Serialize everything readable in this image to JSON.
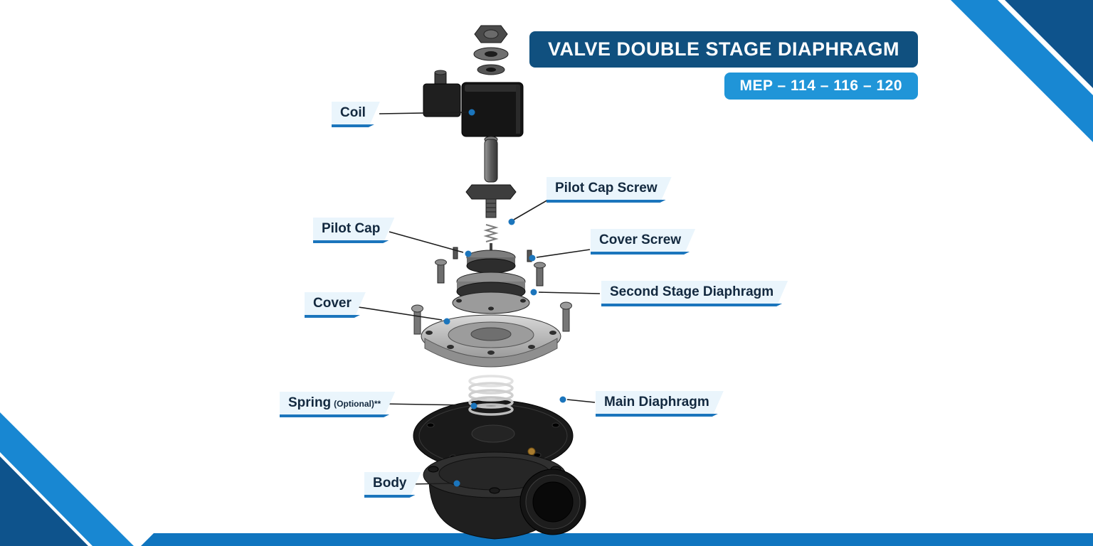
{
  "header": {
    "title": "VALVE DOUBLE STAGE DIAPHRAGM",
    "model": "MEP – 114 – 116 – 120"
  },
  "labels": {
    "coil": "Coil",
    "pilot_cap_screw": "Pilot Cap Screw",
    "pilot_cap": "Pilot Cap",
    "cover_screw": "Cover Screw",
    "cover": "Cover",
    "second_stage_diaphragm": "Second Stage Diaphragm",
    "spring": "Spring",
    "spring_note": "(Optional)**",
    "main_diaphragm": "Main Diaphragm",
    "body": "Body"
  },
  "colors": {
    "accent": "#1b75bc",
    "title_bg": "#10507f",
    "model_bg": "#2095d8",
    "label_bg": "#eaf5fc",
    "label_text": "#13293f",
    "corner_dark": "#0e538c",
    "corner_light": "#1887d2"
  }
}
